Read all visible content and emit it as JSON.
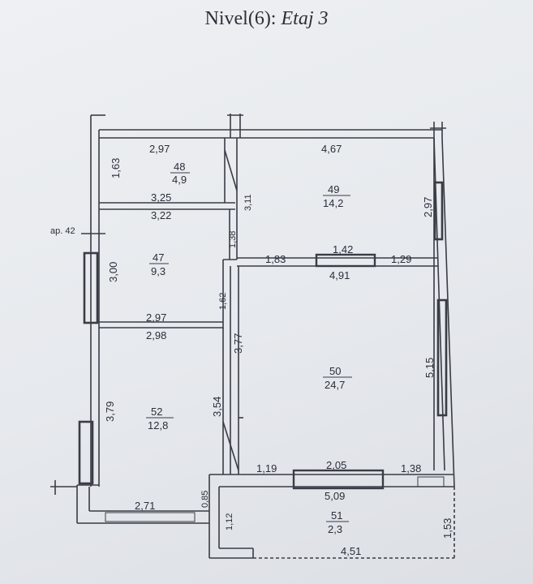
{
  "title": {
    "level": "Nivel(6):",
    "floor": "Etaj 3"
  },
  "side_label": "ap. 42",
  "rooms": [
    {
      "id": "48",
      "area": "4,9"
    },
    {
      "id": "49",
      "area": "14,2"
    },
    {
      "id": "47",
      "area": "9,3"
    },
    {
      "id": "50",
      "area": "24,7"
    },
    {
      "id": "52",
      "area": "12,8"
    },
    {
      "id": "51",
      "area": "2,3"
    }
  ],
  "dimensions": {
    "r48_top": "2,97",
    "r48_side": "1,63",
    "r49_top": "4,67",
    "r49_left": "3,11",
    "r49_right": "2,97",
    "r47_top_a": "3,25",
    "r47_top_b": "3,22",
    "r47_side": "3,00",
    "corridor_upper": "1,38",
    "corridor_lower": "1,62",
    "r49_bottom_left": "1,83",
    "r49_window": "1,42",
    "r49_bottom_right": "1,29",
    "r50_top": "4,91",
    "r47_bottom_a": "2,97",
    "r47_bottom_b": "2,98",
    "r50_left": "3,77",
    "r50_right": "5,15",
    "r52_side": "3,79",
    "r52_right": "3,54",
    "r50_bottom_left": "1,19",
    "r50_window": "2,05",
    "r50_bottom_right": "1,38",
    "r51_top": "5,09",
    "r52_bottom": "2,71",
    "wall_small": "0,85",
    "r51_left": "1,12",
    "r51_bottom": "4,51",
    "r51_right": "1,53"
  }
}
